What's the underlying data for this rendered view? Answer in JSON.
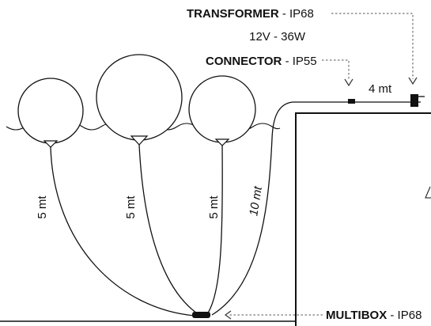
{
  "labels": {
    "transformer_name": "TRANSFORMER",
    "transformer_rating": " - IP68",
    "transformer_spec": "12V - 36W",
    "connector_name": "CONNECTOR",
    "connector_rating": " - IP55",
    "multibox_name": "MULTIBOX",
    "multibox_rating": " - IP68",
    "dist_4mt": "4 mt",
    "cable_1": "5 mt",
    "cable_2": "5 mt",
    "cable_3": "5 mt",
    "cable_4": "10 mt"
  },
  "colors": {
    "stroke": "#111111",
    "leader_line": "#555555",
    "background": "#ffffff"
  }
}
